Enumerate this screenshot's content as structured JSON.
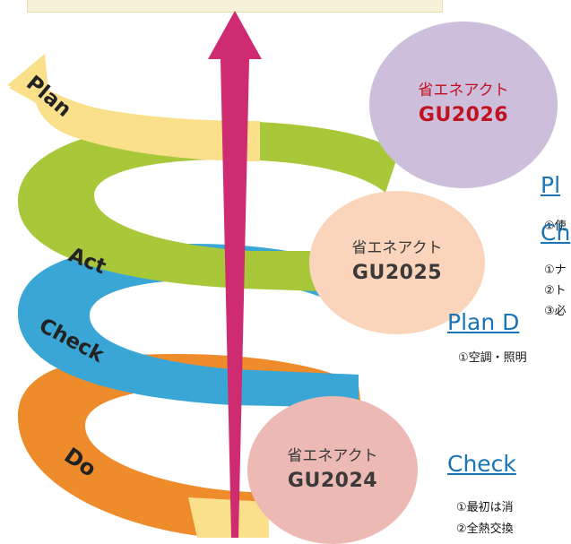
{
  "top_banner": {},
  "spiral": {
    "labels": [
      "Plan",
      "Act",
      "Check",
      "Do"
    ],
    "colors": {
      "plan": "#fbe08c",
      "act": "#a8c83a",
      "check": "#3aa6d6",
      "do": "#ee8b2a",
      "arrow": "#cf2b71"
    }
  },
  "circles": {
    "gu2026": {
      "sub": "省エネアクト",
      "main": "GU2026"
    },
    "gu2025": {
      "sub": "省エネアクト",
      "main": "GU2025"
    },
    "gu2024": {
      "sub": "省エネアクト",
      "main": "GU2024"
    }
  },
  "side_text": {
    "heading_pl": "Pl",
    "line_pl_1": "①使",
    "heading_ch": "Ch",
    "line_ch_1": "①ナ",
    "line_ch_2": "②ト",
    "line_ch_3": "③必",
    "heading_plan_d": "Plan D",
    "line_plan_d_1": "①空調・照明",
    "heading_check": "Check",
    "line_check_1": "①最初は消",
    "line_check_2": "②全熱交換"
  }
}
